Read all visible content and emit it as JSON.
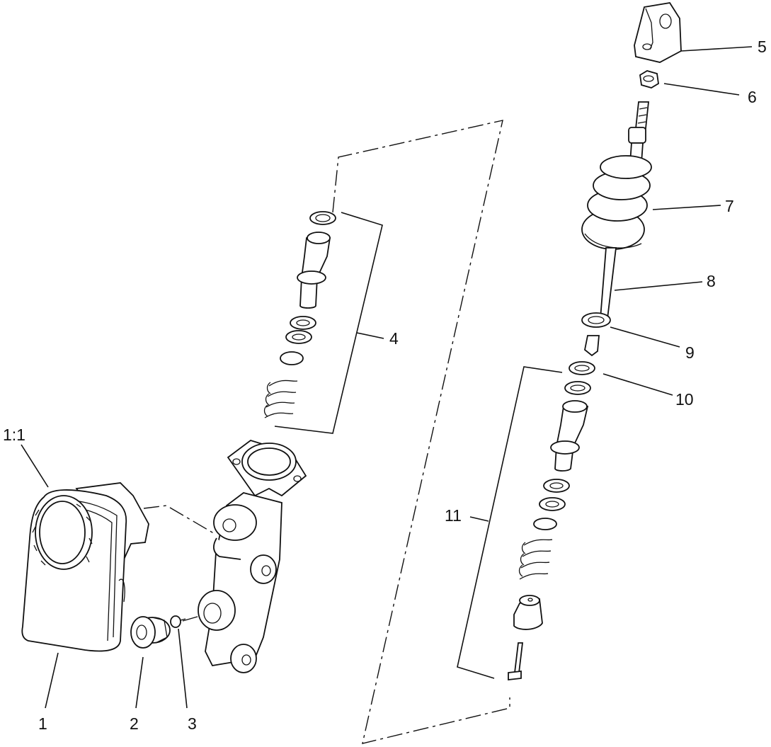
{
  "callouts": {
    "c1_1": "1:1",
    "c1": "1",
    "c2": "2",
    "c3": "3",
    "c4": "4",
    "c5": "5",
    "c6": "6",
    "c7": "7",
    "c8": "8",
    "c9": "9",
    "c10": "10",
    "c11": "11"
  }
}
